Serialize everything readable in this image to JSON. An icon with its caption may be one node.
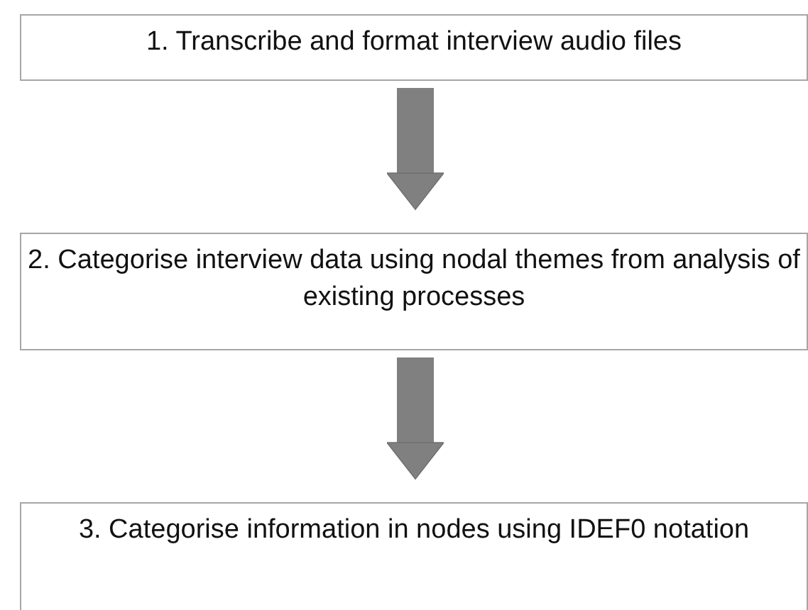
{
  "diagram": {
    "nodes": [
      {
        "text": [
          "1. Transcribe and format interview audio files"
        ]
      },
      {
        "text": [
          "2. Categorise interview data using nodal themes from analysis of existing processes"
        ]
      },
      {
        "text": [
          "3. Categorise information in nodes using IDEF0 notation"
        ]
      }
    ],
    "edges": [
      {
        "from": 0,
        "to": 1,
        "arrow": "to"
      },
      {
        "from": 1,
        "to": 2,
        "arrow": "to"
      }
    ]
  }
}
